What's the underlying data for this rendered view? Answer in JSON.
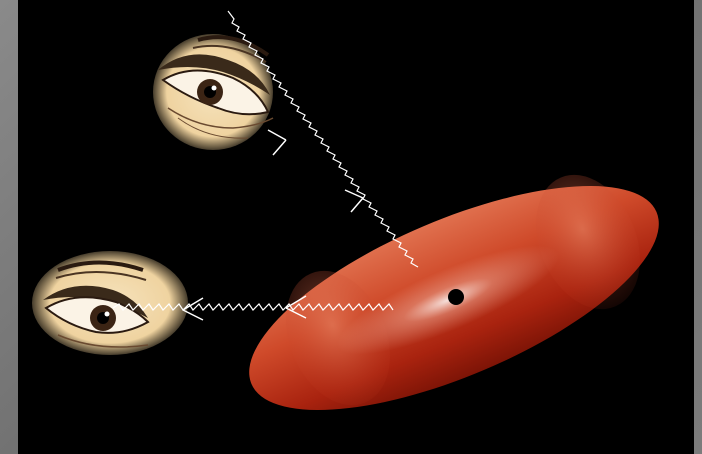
{
  "slide": {
    "background_color": "#000000",
    "frame_color": "#7a7a7a",
    "skin_color": "#f1d7a8",
    "ellipsoid_color": "#c8331c",
    "ray_color": "#ffffff"
  },
  "figures": {
    "eyes": [
      "observer-eye-upper",
      "observer-eye-lower"
    ],
    "object": "red-ellipsoid",
    "marker": "black-dot"
  }
}
